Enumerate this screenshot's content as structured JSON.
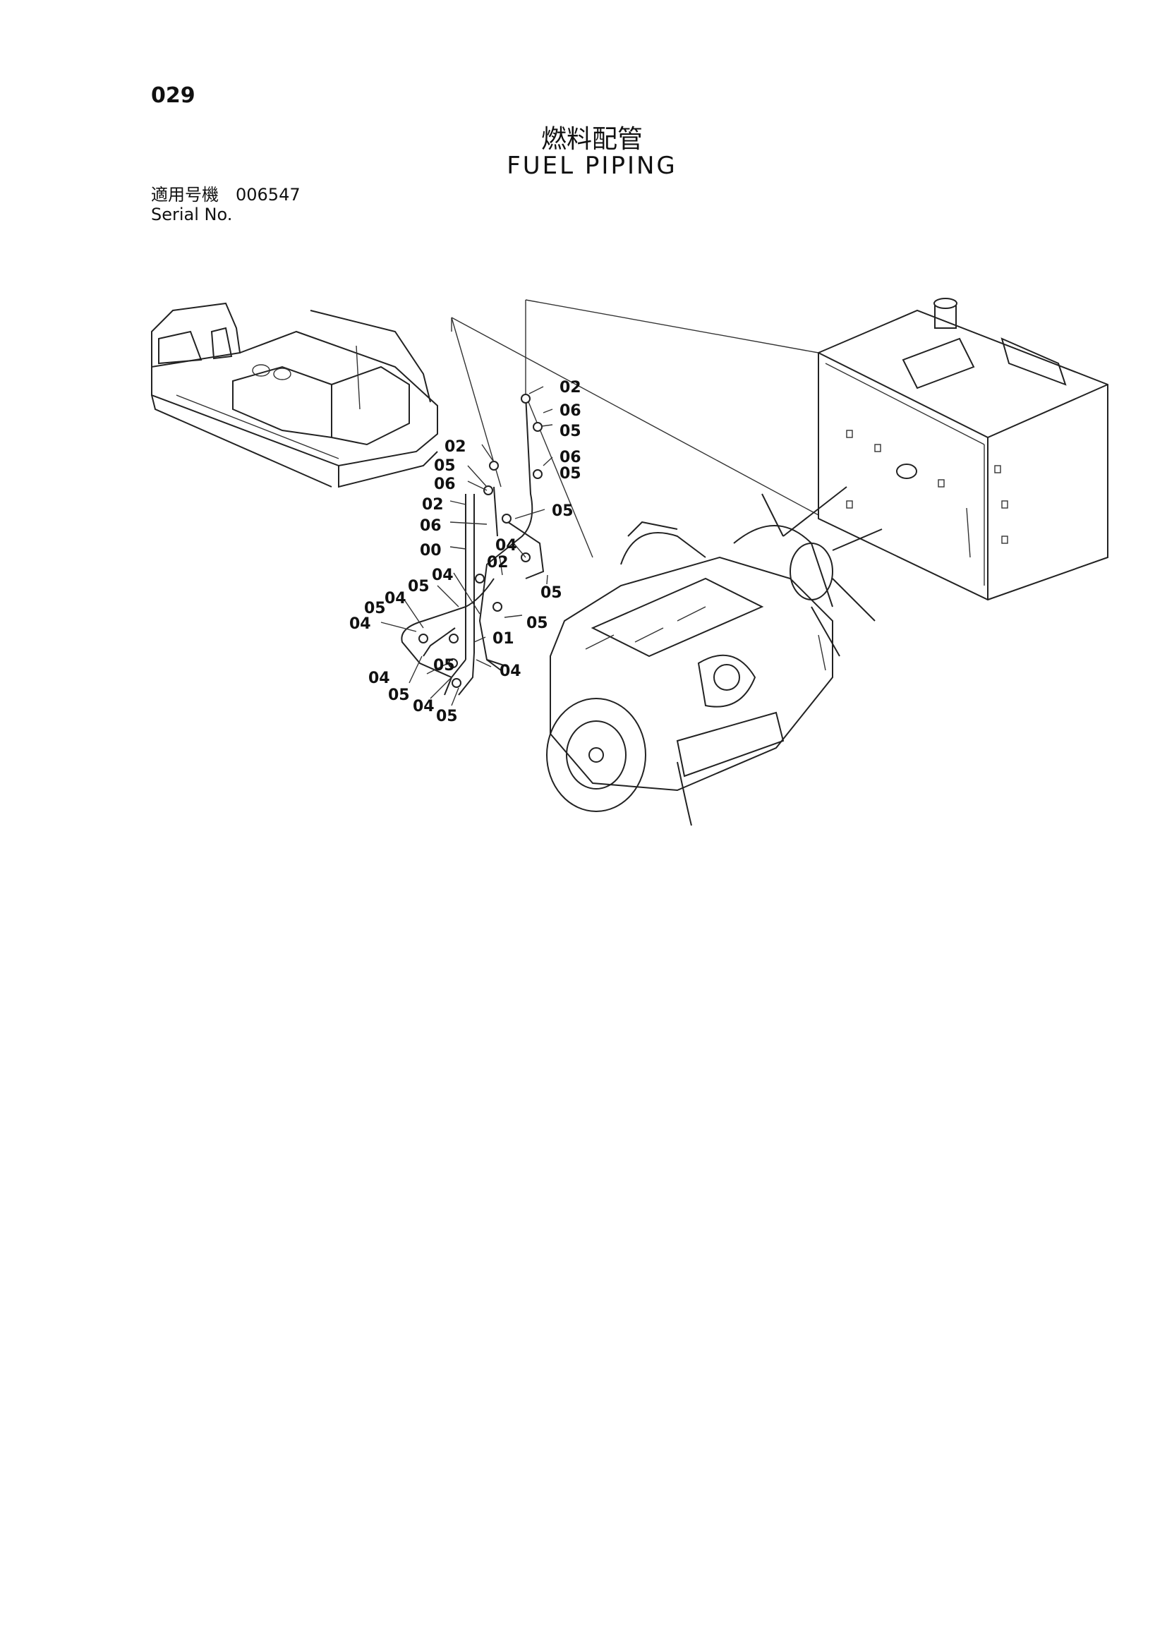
{
  "page_number": "029",
  "title_jp": "燃料配管",
  "title_en": "FUEL PIPING",
  "serial": {
    "label_jp": "適用号機",
    "label_en": "Serial No.",
    "value": "006547"
  },
  "callouts": [
    {
      "id": "c1",
      "label": "02"
    },
    {
      "id": "c2",
      "label": "06"
    },
    {
      "id": "c3",
      "label": "05"
    },
    {
      "id": "c4",
      "label": "06"
    },
    {
      "id": "c5",
      "label": "05"
    },
    {
      "id": "c6",
      "label": "02"
    },
    {
      "id": "c7",
      "label": "05"
    },
    {
      "id": "c8",
      "label": "06"
    },
    {
      "id": "c9",
      "label": "02"
    },
    {
      "id": "c10",
      "label": "05"
    },
    {
      "id": "c11",
      "label": "06"
    },
    {
      "id": "c12",
      "label": "00"
    },
    {
      "id": "c13",
      "label": "04"
    },
    {
      "id": "c14",
      "label": "02"
    },
    {
      "id": "c15",
      "label": "04"
    },
    {
      "id": "c16",
      "label": "05"
    },
    {
      "id": "c17",
      "label": "05"
    },
    {
      "id": "c18",
      "label": "04"
    },
    {
      "id": "c19",
      "label": "05"
    },
    {
      "id": "c20",
      "label": "04"
    },
    {
      "id": "c21",
      "label": "05"
    },
    {
      "id": "c22",
      "label": "01"
    },
    {
      "id": "c23",
      "label": "04"
    },
    {
      "id": "c24",
      "label": "04"
    },
    {
      "id": "c25",
      "label": "05"
    },
    {
      "id": "c26",
      "label": "04"
    },
    {
      "id": "c27",
      "label": "05"
    },
    {
      "id": "c28",
      "label": "05"
    }
  ]
}
